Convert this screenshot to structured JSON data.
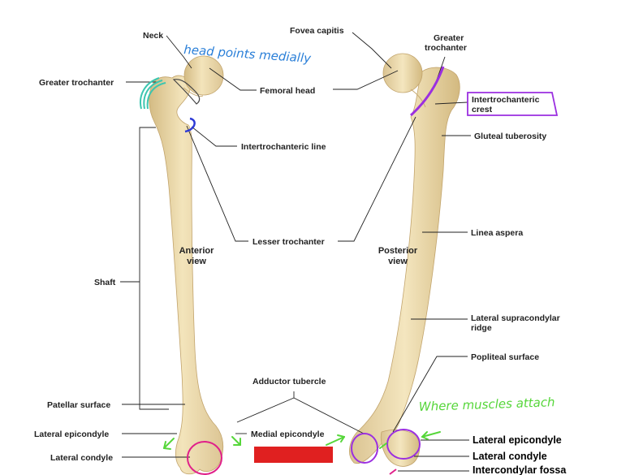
{
  "labels": {
    "neck": "Neck",
    "fovea_capitis": "Fovea capitis",
    "greater_trochanter_left": "Greater trochanter",
    "greater_trochanter_right_line1": "Greater",
    "greater_trochanter_right_line2": "trochanter",
    "femoral_head": "Femoral head",
    "intertrochanteric_crest_line1": "Intertrochanteric",
    "intertrochanteric_crest_line2": "crest",
    "gluteal_tuberosity": "Gluteal tuberosity",
    "intertrochanteric_line": "Intertrochanteric line",
    "lesser_trochanter": "Lesser trochanter",
    "linea_aspera": "Linea aspera",
    "shaft": "Shaft",
    "lateral_supracondylar_line1": "Lateral supracondylar",
    "lateral_supracondylar_line2": "ridge",
    "popliteal_surface": "Popliteal surface",
    "adductor_tubercle": "Adductor tubercle",
    "patellar_surface": "Patellar surface",
    "lateral_epicondyle_left": "Lateral epicondyle",
    "medial_epicondyle": "Medial epicondyle",
    "lateral_condyle_left": "Lateral condyle",
    "lateral_epicondyle_right": "Lateral epicondyle",
    "lateral_condyle_right": "Lateral condyle",
    "intercondylar_fossa": "Intercondylar fossa"
  },
  "views": {
    "anterior_line1": "Anterior",
    "anterior_line2": "view",
    "posterior_line1": "Posterior",
    "posterior_line2": "view"
  },
  "annotations": {
    "head_note": "head points medially",
    "muscle_note": "Where muscles attach"
  },
  "colors": {
    "bone": "#eedcaa",
    "bone_shade": "#d8c08a",
    "teal": "#3cc6b0",
    "blue_ink": "#2a7fd8",
    "dark_blue": "#2d3ad6",
    "purple": "#9b2fe0",
    "green": "#56d63a",
    "magenta": "#e0208a",
    "red_box": "#e02020"
  }
}
